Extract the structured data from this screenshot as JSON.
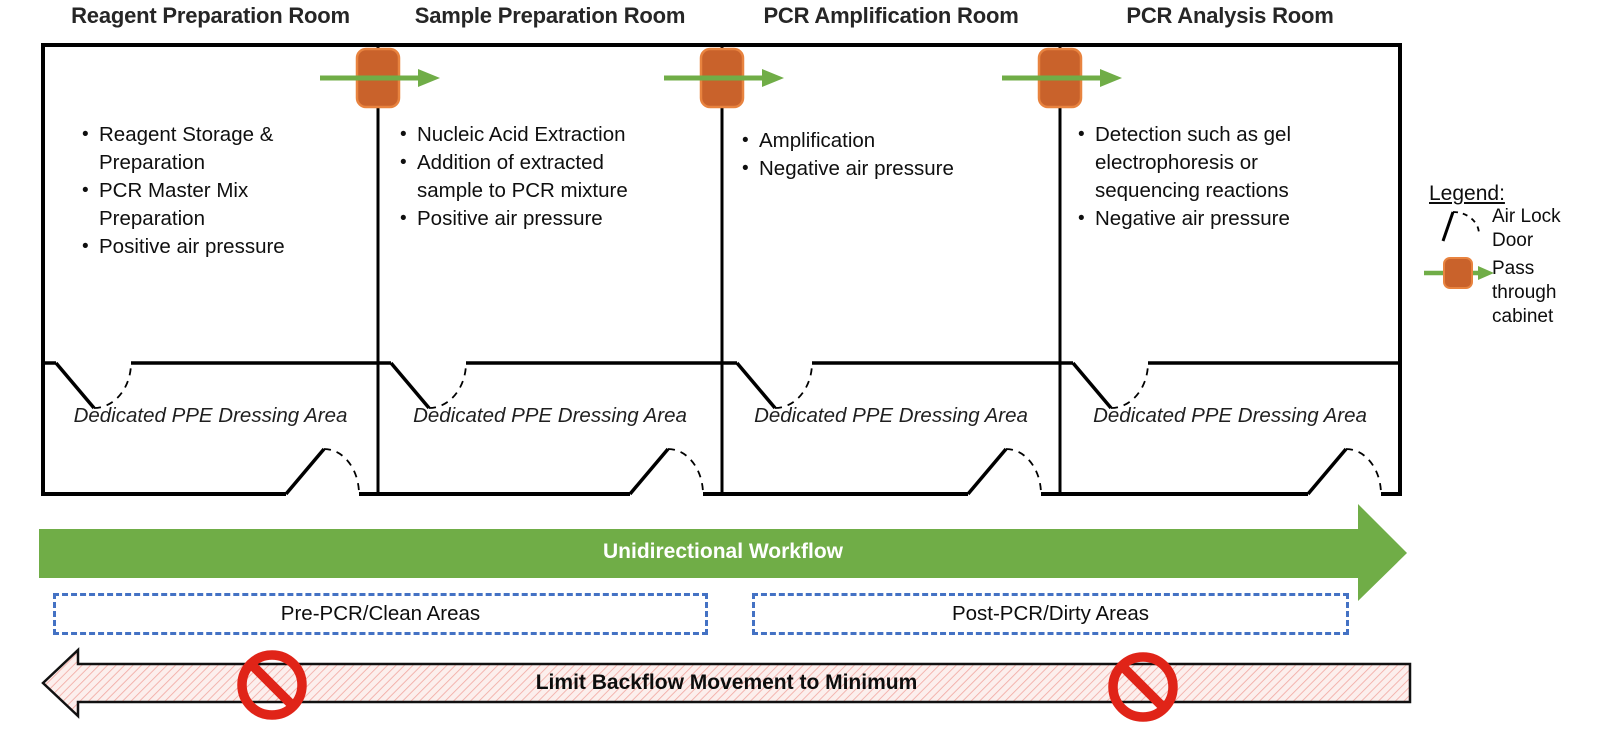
{
  "rooms": [
    {
      "title": "Reagent Preparation Room",
      "bullets": [
        [
          "Reagent Storage &",
          "Preparation"
        ],
        [
          "PCR Master Mix",
          "Preparation"
        ],
        [
          "Positive air pressure"
        ]
      ],
      "dressing_label": "Dedicated PPE Dressing Area"
    },
    {
      "title": "Sample Preparation Room",
      "bullets": [
        [
          "Nucleic Acid Extraction"
        ],
        [
          "Addition of extracted",
          "sample to PCR mixture"
        ],
        [
          "Positive air pressure"
        ]
      ],
      "dressing_label": "Dedicated PPE Dressing Area"
    },
    {
      "title": "PCR Amplification Room",
      "bullets": [
        [
          "Amplification"
        ],
        [
          "Negative air pressure"
        ]
      ],
      "dressing_label": "Dedicated PPE Dressing Area"
    },
    {
      "title": "PCR Analysis Room",
      "bullets": [
        [
          "Detection such as gel",
          "electrophoresis or",
          "sequencing reactions"
        ],
        [
          "Negative air pressure"
        ]
      ],
      "dressing_label": "Dedicated PPE Dressing Area"
    }
  ],
  "workflow": {
    "forward_label": "Unidirectional Workflow",
    "backflow_label": "Limit Backflow Movement to Minimum"
  },
  "zones": {
    "pre": "Pre-PCR/Clean Areas",
    "post": "Post-PCR/Dirty Areas"
  },
  "legend": {
    "title": "Legend:",
    "items": [
      {
        "icon": "air-lock-door-icon",
        "label": "Air Lock Door"
      },
      {
        "icon": "pass-through-cabinet-icon",
        "label": "Pass through cabinet"
      }
    ]
  },
  "colors": {
    "workflow_green": "#70AD47",
    "cabinet_orange": "#C9622B",
    "cabinet_orange_border": "#E8833F",
    "zone_dash_blue": "#4472C4",
    "prohibition_red": "#E02418",
    "backflow_hatch_pink": "#F2ABA4",
    "backflow_fill": "#FCEFED",
    "wall_black": "#000000"
  }
}
